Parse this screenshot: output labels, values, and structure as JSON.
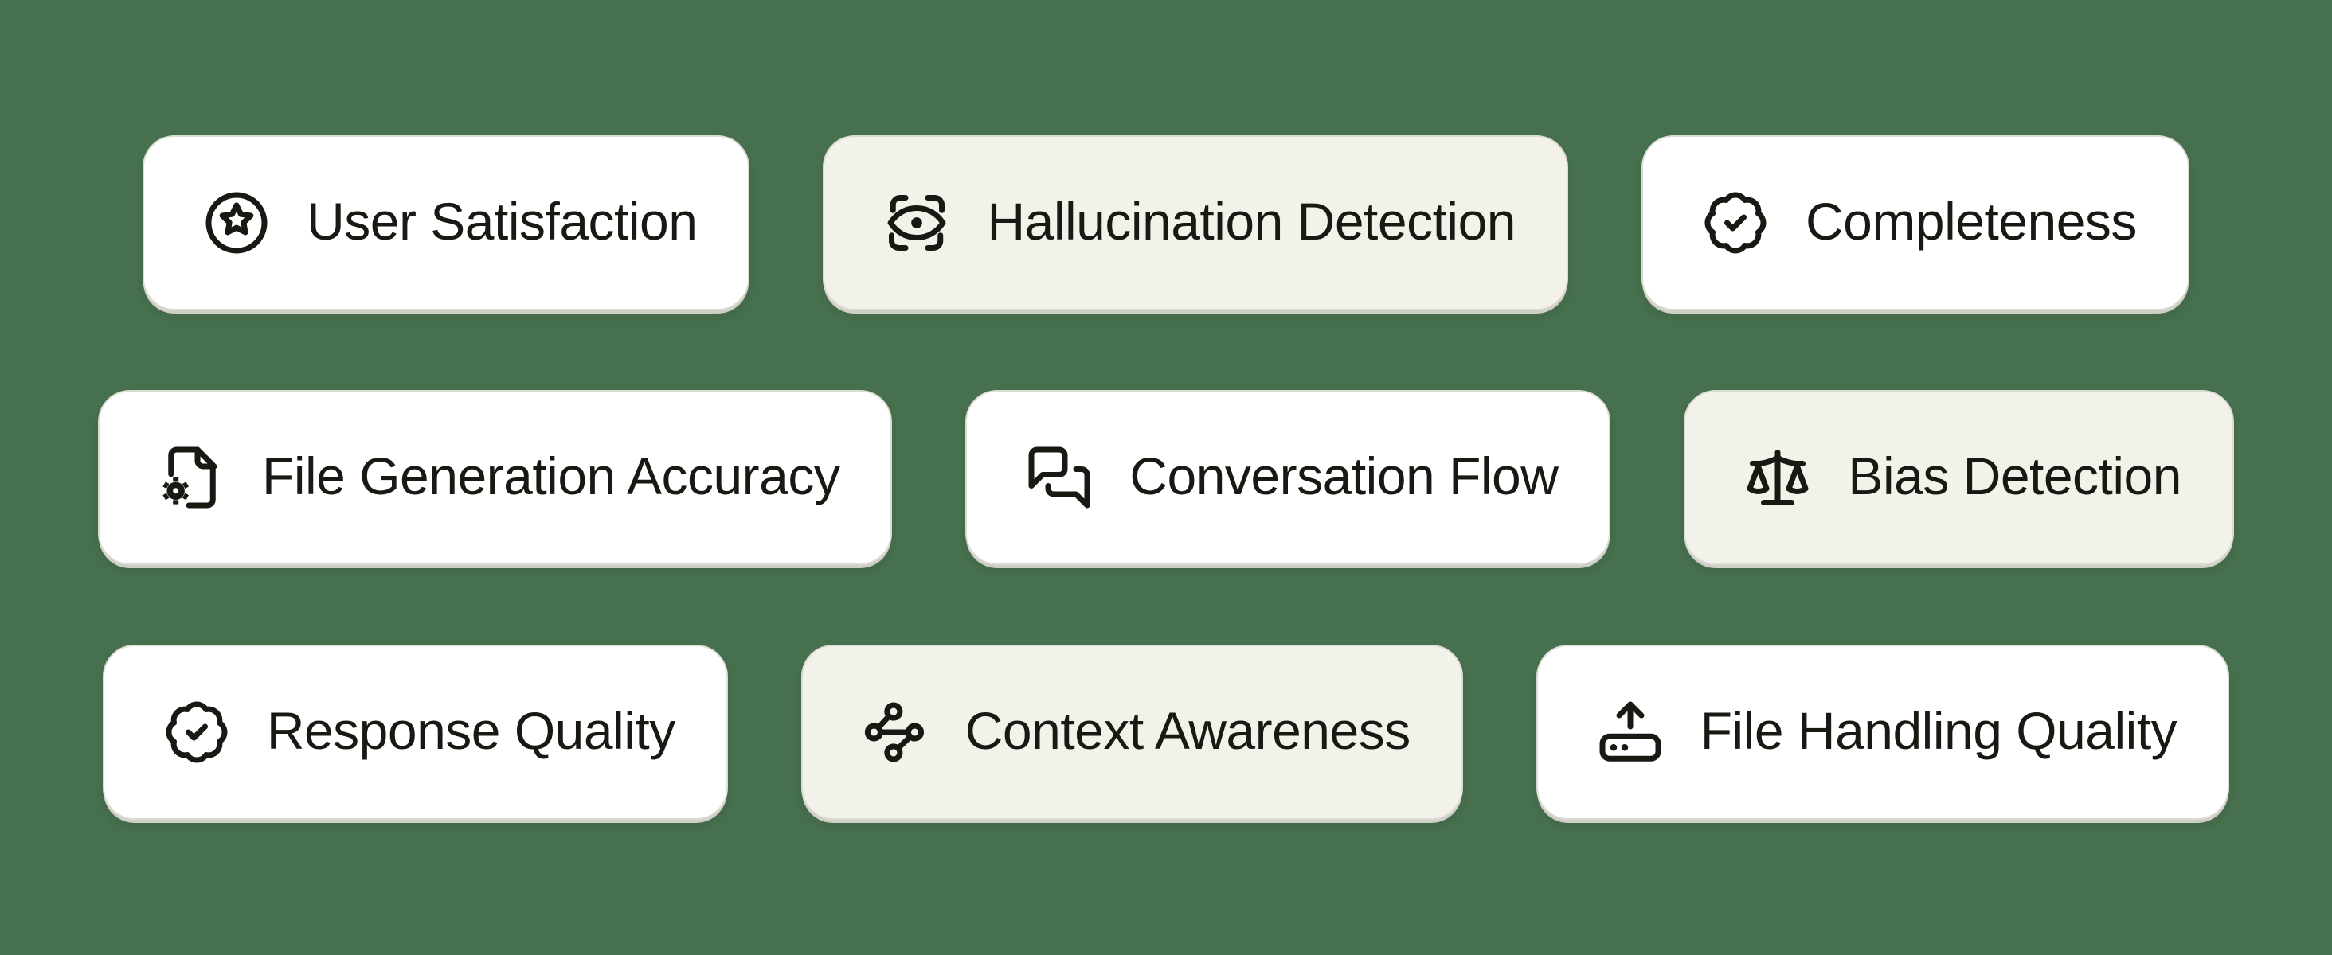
{
  "page": {
    "background_color": "#47704E",
    "card_default_color": "#FFFFFF",
    "card_highlight_color": "#F2F1EA",
    "text_color": "#191913",
    "border_color": "#DCDBD4",
    "shadow_color": "#CFCEC7"
  },
  "cards": [
    {
      "label": "User Satisfaction",
      "icon": "star-circle-icon",
      "variant": "default"
    },
    {
      "label": "Hallucination Detection",
      "icon": "scan-eye-icon",
      "variant": "highlight"
    },
    {
      "label": "Completeness",
      "icon": "badge-check-icon",
      "variant": "default"
    },
    {
      "label": "File Generation Accuracy",
      "icon": "file-cog-icon",
      "variant": "default"
    },
    {
      "label": "Conversation Flow",
      "icon": "messages-square-icon",
      "variant": "default"
    },
    {
      "label": "Bias Detection",
      "icon": "scale-icon",
      "variant": "highlight"
    },
    {
      "label": "Response Quality",
      "icon": "badge-check-icon",
      "variant": "default"
    },
    {
      "label": "Context Awareness",
      "icon": "waypoints-icon",
      "variant": "highlight"
    },
    {
      "label": "File Handling Quality",
      "icon": "hard-drive-upload-icon",
      "variant": "default"
    }
  ]
}
